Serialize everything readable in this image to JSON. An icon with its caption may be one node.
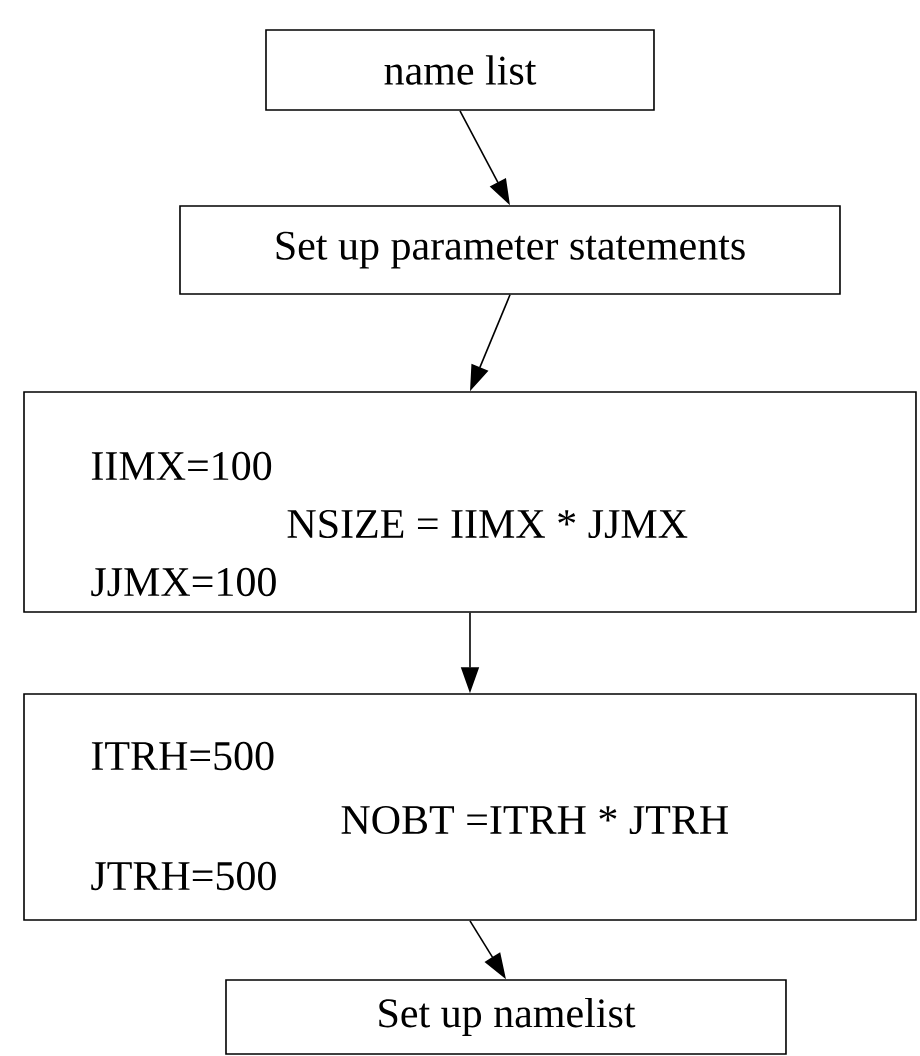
{
  "diagram": {
    "nodes": [
      {
        "text": [
          "name list"
        ]
      },
      {
        "text": [
          "Set up parameter statements"
        ]
      },
      {
        "text": [
          "IIMX=100",
          "NSIZE = IIMX * JJMX",
          "JJMX=100"
        ]
      },
      {
        "text": [
          "ITRH=500",
          "NOBT =ITRH * JTRH",
          "JTRH=500"
        ]
      },
      {
        "text": [
          "Set up namelist"
        ]
      }
    ],
    "edges": [
      {
        "from": 0,
        "to": 1,
        "arrow": "to"
      },
      {
        "from": 1,
        "to": 2,
        "arrow": "to"
      },
      {
        "from": 2,
        "to": 3,
        "arrow": "to"
      },
      {
        "from": 3,
        "to": 4,
        "arrow": "to"
      }
    ]
  }
}
